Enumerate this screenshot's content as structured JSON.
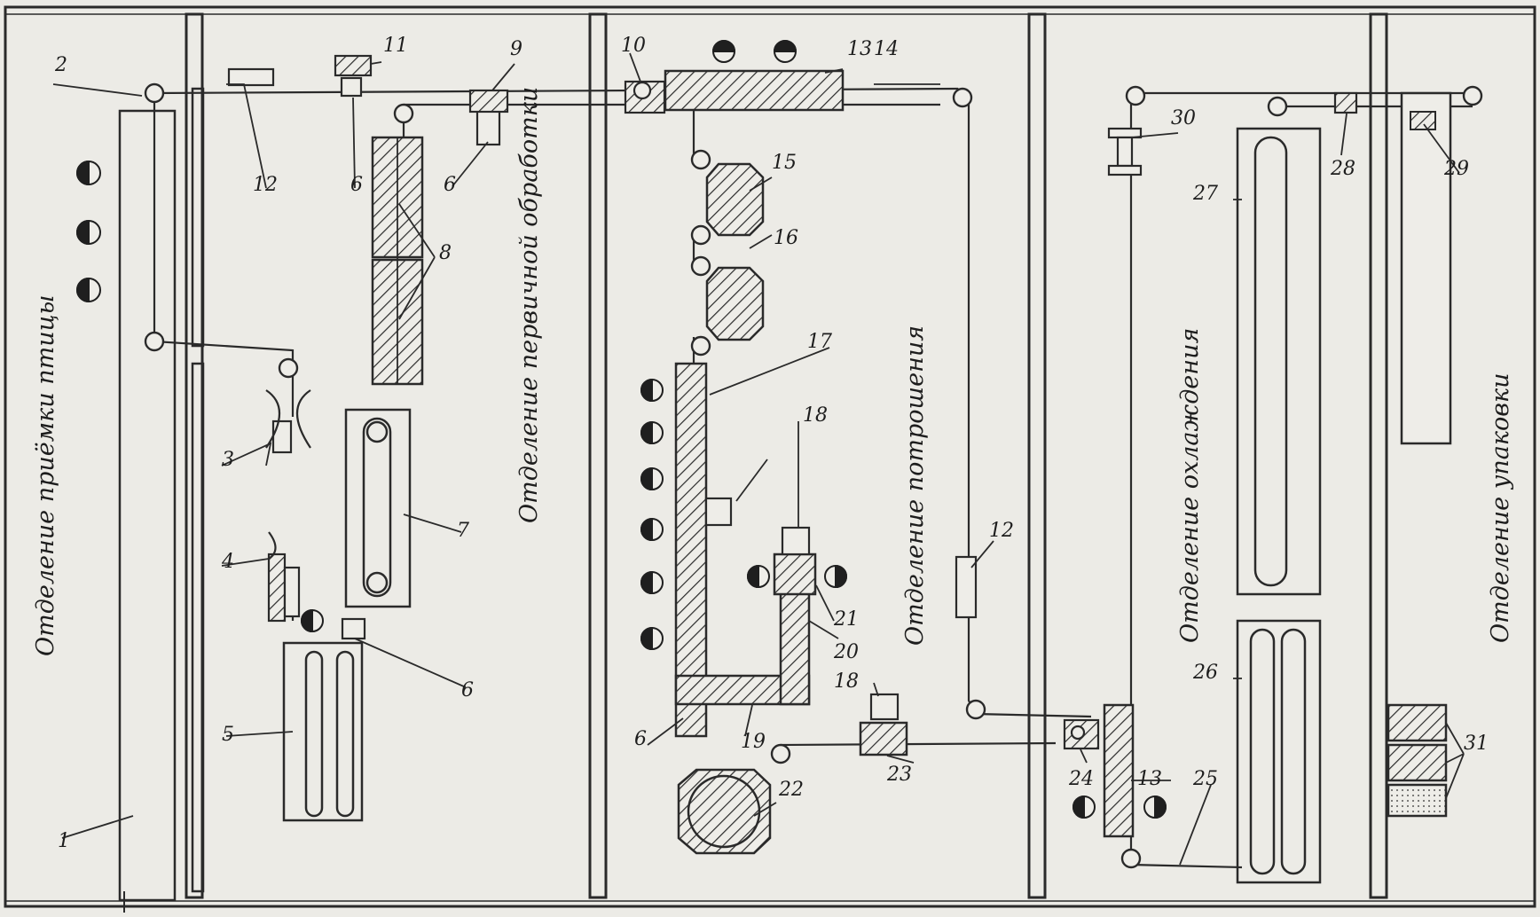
{
  "departments": {
    "reception": "Отделение приёмки птицы",
    "primary": "Отделение первичной обработки",
    "evisceration": "Отделение потрошения",
    "cooling": "Отделение охлаждения",
    "packing": "Отделение упаковки"
  },
  "labels": {
    "n1": "1",
    "n2": "2",
    "n3": "3",
    "n4": "4",
    "n5": "5",
    "n6a": "6",
    "n6b": "6",
    "n6c": "6",
    "n6d": "6",
    "n7": "7",
    "n8": "8",
    "n9": "9",
    "n10": "10",
    "n11": "11",
    "n12a": "12",
    "n12b": "12",
    "n13a": "13",
    "n13b": "13",
    "n14": "14",
    "n15": "15",
    "n16": "16",
    "n17": "17",
    "n18a": "18",
    "n18b": "18",
    "n19": "19",
    "n20": "20",
    "n21": "21",
    "n22": "22",
    "n23": "23",
    "n24": "24",
    "n25": "25",
    "n26": "26",
    "n27": "27",
    "n28": "28",
    "n29": "29",
    "n30": "30",
    "n31": "31"
  },
  "colors": {
    "ink": "#1f1f1f",
    "paper": "#ecebe6"
  }
}
